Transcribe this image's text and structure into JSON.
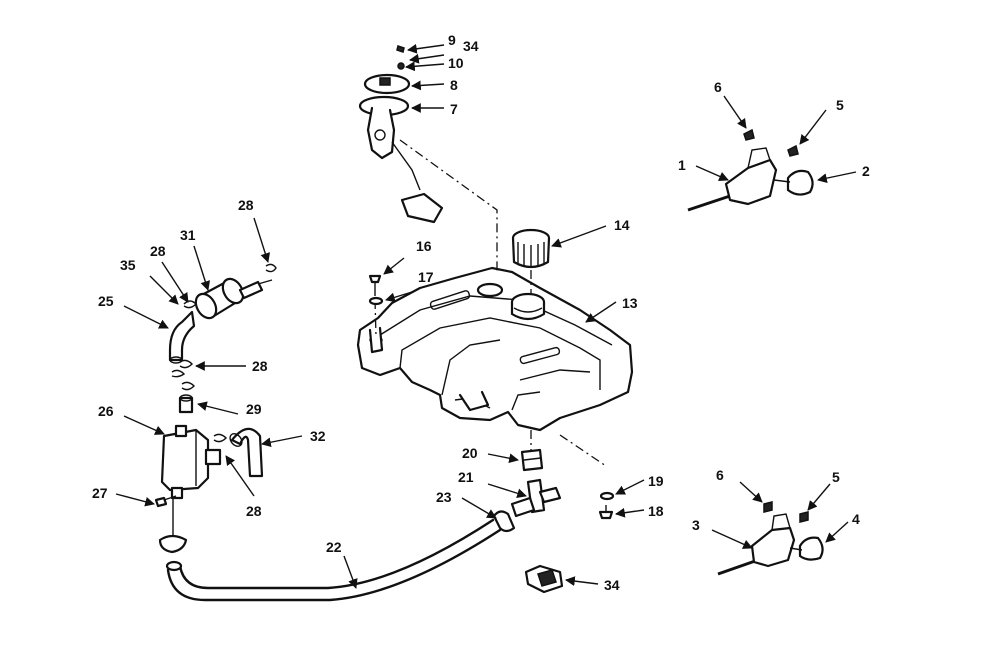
{
  "callouts": {
    "c1": "1",
    "c2": "2",
    "c3": "3",
    "c4": "4",
    "c5a": "5",
    "c5b": "5",
    "c6a": "6",
    "c6b": "6",
    "c7": "7",
    "c8": "8",
    "c9": "9",
    "c10": "10",
    "c13": "13",
    "c14": "14",
    "c16": "16",
    "c17": "17",
    "c18": "18",
    "c19": "19",
    "c20": "20",
    "c21": "21",
    "c22": "22",
    "c23": "23",
    "c25": "25",
    "c26": "26",
    "c27": "27",
    "c28a": "28",
    "c28b": "28",
    "c28c": "28",
    "c28d": "28",
    "c29": "29",
    "c31": "31",
    "c32": "32",
    "c34a": "34",
    "c34b": "34",
    "c35": "35"
  },
  "colors": {
    "line": "#111111",
    "background": "#ffffff"
  }
}
